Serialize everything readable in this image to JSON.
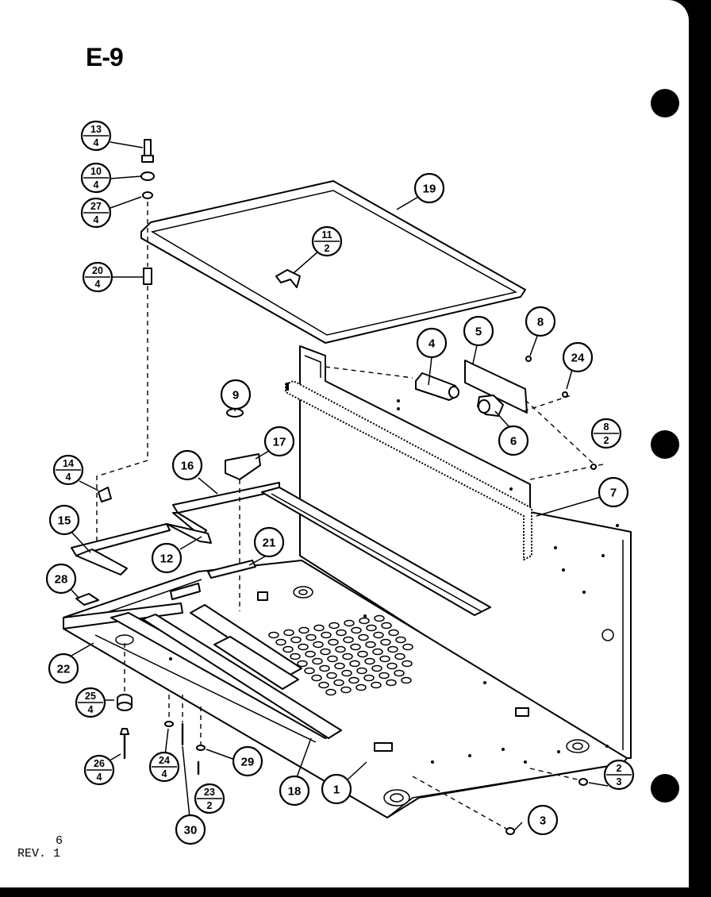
{
  "title": "E-9",
  "footer": {
    "page": "6",
    "rev": "REV. 1"
  },
  "callouts": [
    {
      "num": "13",
      "qty": "4"
    },
    {
      "num": "10",
      "qty": "4"
    },
    {
      "num": "27",
      "qty": "4"
    },
    {
      "num": "20",
      "qty": "4"
    },
    {
      "num": "19"
    },
    {
      "num": "11",
      "qty": "2"
    },
    {
      "num": "4"
    },
    {
      "num": "5"
    },
    {
      "num": "8"
    },
    {
      "num": "24"
    },
    {
      "num": "6"
    },
    {
      "num": "8",
      "qty": "2"
    },
    {
      "num": "9"
    },
    {
      "num": "17"
    },
    {
      "num": "16"
    },
    {
      "num": "14",
      "qty": "4"
    },
    {
      "num": "15"
    },
    {
      "num": "12"
    },
    {
      "num": "21"
    },
    {
      "num": "7"
    },
    {
      "num": "28"
    },
    {
      "num": "22"
    },
    {
      "num": "25",
      "qty": "4"
    },
    {
      "num": "26",
      "qty": "4"
    },
    {
      "num": "24",
      "qty": "4"
    },
    {
      "num": "29"
    },
    {
      "num": "23",
      "qty": "2"
    },
    {
      "num": "30"
    },
    {
      "num": "18"
    },
    {
      "num": "1"
    },
    {
      "num": "2",
      "qty": "3"
    },
    {
      "num": "3"
    }
  ]
}
